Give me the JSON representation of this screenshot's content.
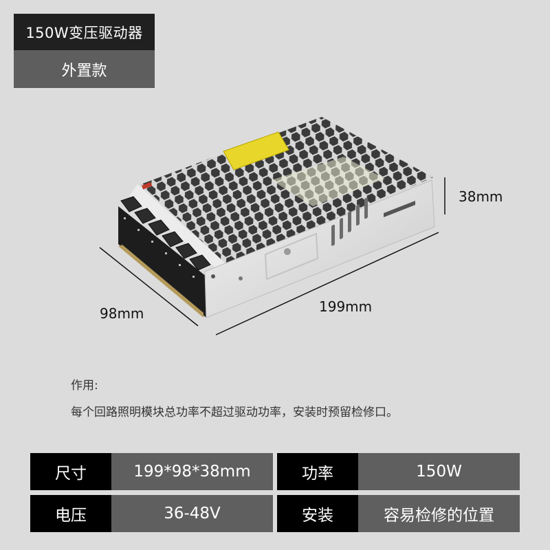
{
  "header": {
    "title": "150W变压驱动器",
    "subtitle": "外置款"
  },
  "product_image": {
    "subject": "switching-power-supply",
    "dimensions": {
      "height": "38mm",
      "depth": "98mm",
      "length": "199mm"
    }
  },
  "description": {
    "heading": "作用:",
    "text": "每个回路照明模块总功率不超过驱动功率，安装时预留检修口。"
  },
  "specs": [
    [
      {
        "label": "尺寸",
        "value": "199*98*38mm"
      },
      {
        "label": "功率",
        "value": "150W"
      }
    ],
    [
      {
        "label": "电压",
        "value": "36-48V"
      },
      {
        "label": "安装",
        "value": "容易检修的位置"
      }
    ]
  ],
  "colors": {
    "background": "#dcdcdc",
    "title_dark": "#202020",
    "title_gray": "#5e5e5e",
    "label_bg": "#000000",
    "value_bg": "#5f5f5f",
    "label_yellow": "#e8d62a"
  }
}
